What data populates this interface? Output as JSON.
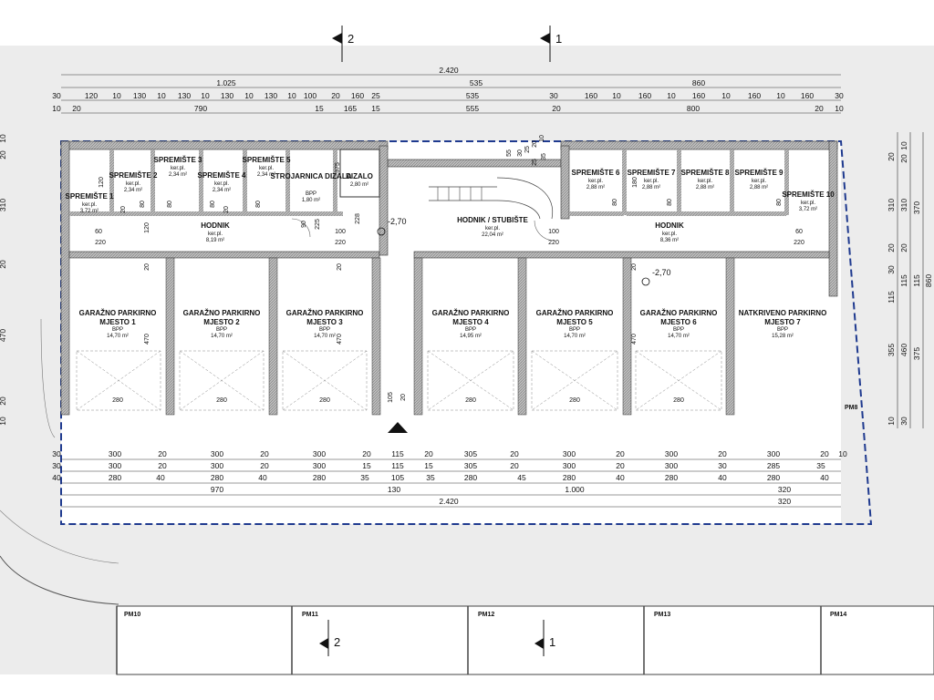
{
  "section_markers": {
    "top_2": "2",
    "top_1": "1",
    "bottom_2": "2",
    "bottom_1": "1"
  },
  "levels": {
    "west": "-2,70",
    "east": "-2,70"
  },
  "storage_units": [
    {
      "name": "SPREMIŠTE 1",
      "sub": "ker.pl.",
      "area": "3,72 m²"
    },
    {
      "name": "SPREMIŠTE 2",
      "sub": "ker.pl.",
      "area": "2,34 m²"
    },
    {
      "name": "SPREMIŠTE 3",
      "sub": "ker.pl.",
      "area": "2,34 m²"
    },
    {
      "name": "SPREMIŠTE 4",
      "sub": "ker.pl.",
      "area": "2,34 m²"
    },
    {
      "name": "SPREMIŠTE 5",
      "sub": "ker.pl.",
      "area": "2,34 m²"
    },
    {
      "name": "SPREMIŠTE 6",
      "sub": "ker.pl.",
      "area": "2,88 m²"
    },
    {
      "name": "SPREMIŠTE 7",
      "sub": "ker.pl.",
      "area": "2,88 m²"
    },
    {
      "name": "SPREMIŠTE 8",
      "sub": "ker.pl.",
      "area": "2,88 m²"
    },
    {
      "name": "SPREMIŠTE 9",
      "sub": "ker.pl.",
      "area": "2,88 m²"
    },
    {
      "name": "SPREMIŠTE 10",
      "sub": "ker.pl.",
      "area": "3,72 m²"
    }
  ],
  "utility_rooms": {
    "machine_name": "STROJARNICA DIZALA",
    "machine_sub": "BPP",
    "machine_area": "1,80 m²",
    "lift_name": "DIZALO",
    "lift_area": "2,80 m²"
  },
  "corridors": [
    {
      "name": "HODNIK",
      "sub": "ker.pl.",
      "area": "8,19 m²"
    },
    {
      "name": "HODNIK / STUBIŠTE",
      "sub": "ker.pl.",
      "area": "22,04 m²"
    },
    {
      "name": "HODNIK",
      "sub": "ker.pl.",
      "area": "8,36 m²"
    }
  ],
  "parking_bays": [
    {
      "line1": "GARAŽNO PARKIRNO",
      "line2": "MJESTO 1",
      "sub": "BPP",
      "area": "14,70 m²"
    },
    {
      "line1": "GARAŽNO PARKIRNO",
      "line2": "MJESTO 2",
      "sub": "BPP",
      "area": "14,70 m²"
    },
    {
      "line1": "GARAŽNO PARKIRNO",
      "line2": "MJESTO 3",
      "sub": "BPP",
      "area": "14,70 m²"
    },
    {
      "line1": "GARAŽNO PARKIRNO",
      "line2": "MJESTO 4",
      "sub": "BPP",
      "area": "14,95 m²"
    },
    {
      "line1": "GARAŽNO PARKIRNO",
      "line2": "MJESTO 5",
      "sub": "BPP",
      "area": "14,70 m²"
    },
    {
      "line1": "GARAŽNO PARKIRNO",
      "line2": "MJESTO 6",
      "sub": "BPP",
      "area": "14,70 m²"
    },
    {
      "line1": "NATKRIVENO PARKIRNO",
      "line2": "MJESTO 7",
      "sub": "BPP",
      "area": "15,28 m²"
    }
  ],
  "outdoor_spots": [
    "PM8",
    "PM10",
    "PM11",
    "PM12",
    "PM13",
    "PM14"
  ],
  "top_dimensions": {
    "row1": [
      "2.420"
    ],
    "row2": [
      "1.025",
      "535",
      "860"
    ],
    "row3": [
      "30",
      "120",
      "10",
      "130",
      "10",
      "130",
      "10",
      "130",
      "10",
      "130",
      "10",
      "100",
      "20",
      "160",
      "25",
      "535",
      "30",
      "160",
      "10",
      "160",
      "10",
      "160",
      "10",
      "160",
      "10",
      "160",
      "30"
    ],
    "row4": [
      "10",
      "20",
      "790",
      "15",
      "165",
      "15",
      "555",
      "20",
      "800",
      "20",
      "10"
    ]
  },
  "bottom_dimensions": {
    "row1": [
      "30",
      "300",
      "20",
      "300",
      "20",
      "300",
      "20",
      "115",
      "20",
      "305",
      "20",
      "300",
      "20",
      "300",
      "20",
      "300",
      "20",
      "10"
    ],
    "row2": [
      "30",
      "300",
      "20",
      "300",
      "20",
      "300",
      "15",
      "115",
      "15",
      "305",
      "20",
      "300",
      "20",
      "300",
      "30",
      "285",
      "35"
    ],
    "row3": [
      "40",
      "280",
      "40",
      "280",
      "40",
      "280",
      "35",
      "105",
      "35",
      "280",
      "45",
      "280",
      "40",
      "280",
      "40",
      "280",
      "40"
    ],
    "row4": [
      "970",
      "130",
      "1.000",
      "320",
      "320"
    ],
    "row5": [
      "2.420"
    ]
  },
  "right_dimensions": {
    "col1": [
      "20",
      "310",
      "20",
      "30",
      "115",
      "355",
      "10"
    ],
    "col2": [
      "10",
      "20",
      "310",
      "20",
      "115",
      "460",
      "30"
    ],
    "col3": [
      "370",
      "115",
      "375",
      "860"
    ]
  },
  "left_dimensions": [
    "10",
    "20",
    "310",
    "20",
    "470",
    "20",
    "10"
  ],
  "interior_dimensions": {
    "door_widths": [
      "60",
      "220",
      "100",
      "220",
      "100",
      "220",
      "60",
      "220"
    ],
    "bay_widths": [
      "280",
      "280",
      "280",
      "280",
      "280",
      "280"
    ],
    "bay_depths": [
      "470",
      "470",
      "470"
    ],
    "wall_thickness": [
      "20",
      "20",
      "20",
      "20",
      "20"
    ],
    "storage_widths": [
      "80",
      "80",
      "80",
      "80",
      "80",
      "80",
      "80"
    ],
    "storage_depths": [
      "120",
      "120",
      "180",
      "90",
      "225",
      "228",
      "375"
    ],
    "stair_dims": [
      "55",
      "30",
      "25",
      "20",
      "10",
      "25",
      "35"
    ],
    "entry_dims": [
      "105",
      "20"
    ]
  }
}
